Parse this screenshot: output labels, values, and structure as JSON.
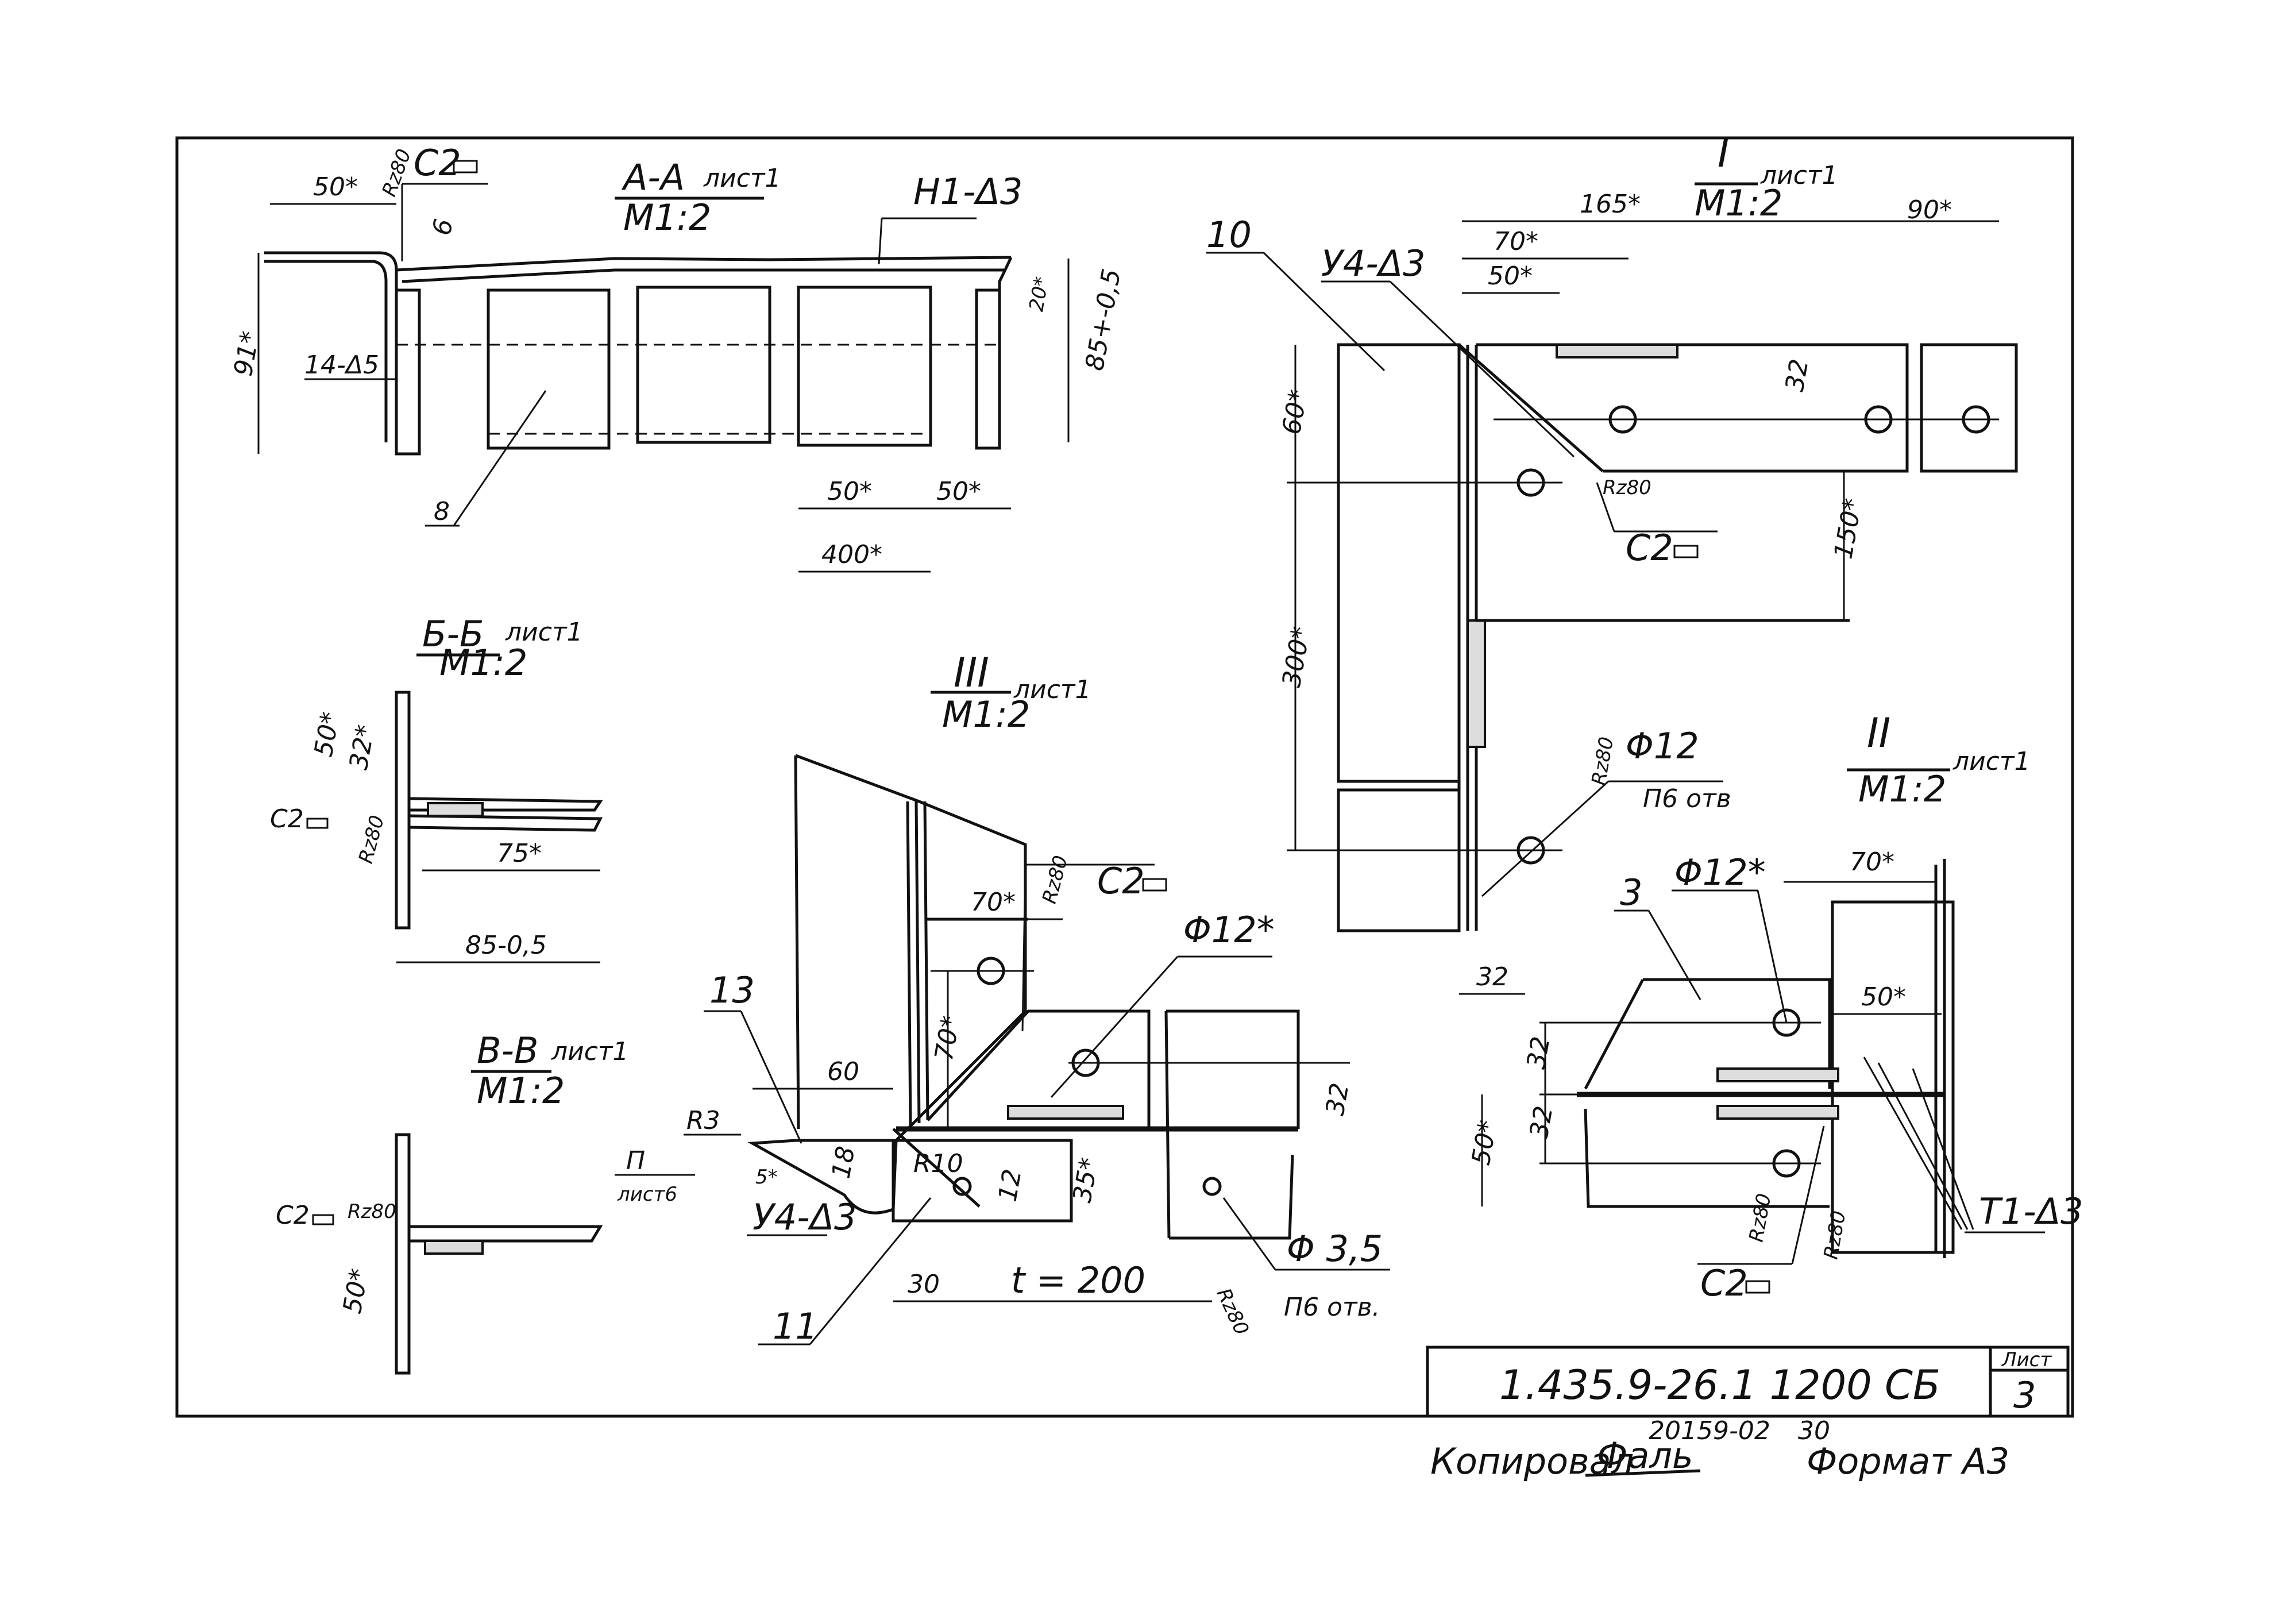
{
  "sections": {
    "aa": {
      "title": "А-А",
      "sheet": "лист1",
      "scale": "М1:2",
      "dims": {
        "d50": "50*",
        "rz80": "Rz80",
        "c2": "С2",
        "b6": "6",
        "h91": "91*",
        "weld14": "14-Δ5",
        "h1": "Н1-Δ3",
        "h85": "85+-0,5",
        "d20": "20*",
        "w50a": "50*",
        "w50b": "50*",
        "w400": "400*"
      },
      "pos8": "8"
    },
    "bb": {
      "title": "Б-Б",
      "sheet": "лист1",
      "scale": "М1:2",
      "dims": {
        "h50": "50*",
        "h32": "32*",
        "c2": "С2",
        "rz80": "Rz80",
        "w75": "75*",
        "w85": "85-0,5"
      }
    },
    "vv": {
      "title": "В-В",
      "sheet": "лист1",
      "scale": "М1:2",
      "dims": {
        "c2": "С2",
        "rz80": "Rz80",
        "h50": "50*"
      }
    },
    "s1": {
      "title": "I",
      "sheet": "лист1",
      "scale": "М1:2",
      "dims": {
        "w165": "165*",
        "w90": "90*",
        "w70": "70*",
        "w50": "50*",
        "weld": "У4-Δ3",
        "pos10": "10",
        "h60": "60*",
        "h32": "32",
        "rz80a": "Rz80",
        "c2": "С2",
        "h300": "300*",
        "h150": "150*",
        "rz80b": "Rz80",
        "phi12": "Φ12",
        "holes": "П6 отв",
        "w32": "32"
      }
    },
    "s2": {
      "title": "II",
      "sheet": "лист1",
      "scale": "М1:2",
      "dims": {
        "w70": "70*",
        "phi12": "Φ12*",
        "pos3": "3",
        "w50": "50*",
        "h32a": "32",
        "h32b": "32",
        "h50": "50*",
        "rz80a": "Rz80",
        "rz80b": "Rz80",
        "c2": "С2",
        "t1": "Т1-Δ3"
      }
    },
    "s3": {
      "title": "III",
      "sheet": "лист1",
      "scale": "М1:2",
      "dims": {
        "w70": "70*",
        "rz80a": "Rz80",
        "c2": "С2",
        "phi12": "Φ12*",
        "pos13": "13",
        "w60": "60",
        "h70": "70*",
        "h32": "32",
        "r3": "R3",
        "p": "П",
        "psheet": "лист6",
        "r10": "R10",
        "h18": "18",
        "h12": "12",
        "h35": "35*",
        "ang": "5*",
        "weld": "У4-Δ3",
        "w30": "30",
        "pitch": "t = 200",
        "phi35": "Φ 3,5",
        "holes": "П6 отв.",
        "rz80b": "Rz80",
        "pos11": "11"
      }
    }
  },
  "title_block": {
    "code": "1.435.9-26.1  1200 СБ",
    "sheet_label": "Лист",
    "sheet_no": "3"
  },
  "footer": {
    "copied": "Копировал",
    "signature": "Фаль",
    "order": "20159-02",
    "order_no": "30",
    "format": "Формат А3"
  }
}
